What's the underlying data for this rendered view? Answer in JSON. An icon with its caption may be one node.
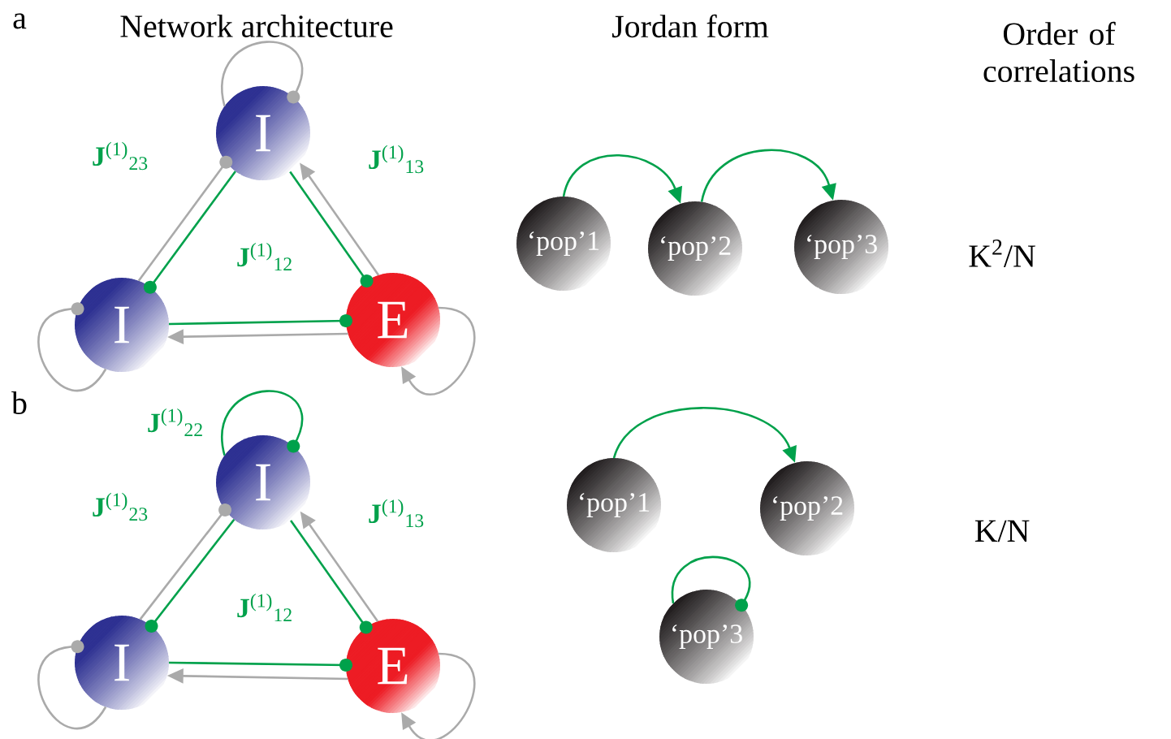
{
  "diagram": {
    "nodes": [
      {
        "text": [
          "I"
        ]
      },
      {
        "text": [
          "I"
        ]
      },
      {
        "text": [
          "E"
        ]
      },
      {
        "text": [
          "‘pop’1"
        ]
      },
      {
        "text": [
          "‘pop’2"
        ]
      },
      {
        "text": [
          "‘pop’3"
        ]
      },
      {
        "text": [
          "I"
        ]
      },
      {
        "text": [
          "I"
        ]
      },
      {
        "text": [
          "E"
        ]
      },
      {
        "text": [
          "‘pop’1"
        ]
      },
      {
        "text": [
          "‘pop’2"
        ]
      },
      {
        "text": [
          "‘pop’3"
        ]
      }
    ],
    "edges": [
      {
        "from": 1,
        "to": 0,
        "arrow": "other"
      },
      {
        "from": 2,
        "to": 0,
        "arrow": "to"
      },
      {
        "from": 2,
        "to": 1,
        "arrow": "to"
      },
      {
        "from": 0,
        "to": 0,
        "arrow": "other"
      },
      {
        "from": 1,
        "to": 1,
        "arrow": "other"
      },
      {
        "from": 2,
        "to": 2,
        "arrow": "to"
      },
      {
        "from": 0,
        "to": 1,
        "arrow": "other",
        "color": "#00a14b",
        "label": "**J**$^{(1)}$$_{23}$"
      },
      {
        "from": 0,
        "to": 2,
        "arrow": "other",
        "color": "#00a14b",
        "label": "**J**$^{(1)}$$_{13}$"
      },
      {
        "from": 1,
        "to": 2,
        "arrow": "other",
        "color": "#00a14b",
        "label": "**J**$^{(1)}$$_{12}$"
      },
      {
        "from": 3,
        "to": 4,
        "arrow": "to",
        "color": "#00a14b"
      },
      {
        "from": 4,
        "to": 5,
        "arrow": "to",
        "color": "#00a14b"
      },
      {
        "from": 7,
        "to": 6,
        "arrow": "other"
      },
      {
        "from": 8,
        "to": 6,
        "arrow": "to"
      },
      {
        "from": 8,
        "to": 7,
        "arrow": "to"
      },
      {
        "from": 7,
        "to": 7,
        "arrow": "other"
      },
      {
        "from": 8,
        "to": 8,
        "arrow": "to"
      },
      {
        "from": 6,
        "to": 6,
        "arrow": "other",
        "color": "#00a14b",
        "label": "**J**$^{(1)}$$_{22}$"
      },
      {
        "from": 6,
        "to": 7,
        "arrow": "other",
        "color": "#00a14b",
        "label": "**J**$^{(1)}$$_{23}$"
      },
      {
        "from": 6,
        "to": 8,
        "arrow": "other",
        "color": "#00a14b",
        "label": "**J**$^{(1)}$$_{13}$"
      },
      {
        "from": 7,
        "to": 8,
        "arrow": "other",
        "color": "#00a14b",
        "label": "**J**$^{(1)}$$_{12}$"
      },
      {
        "from": 9,
        "to": 10,
        "arrow": "to",
        "color": "#00a14b"
      },
      {
        "from": 11,
        "to": 11,
        "arrow": "other",
        "color": "#00a14b"
      }
    ],
    "labels": [
      "a",
      "Network architecture",
      "Jordan form",
      "Order of correlations",
      "K$^{2}$/N",
      "b",
      "K/N"
    ]
  }
}
